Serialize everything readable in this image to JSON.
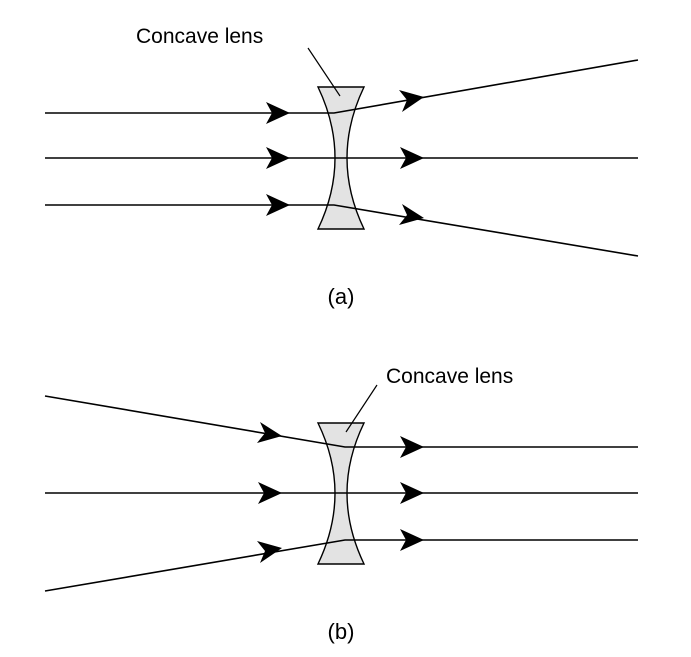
{
  "panel_a": {
    "label": "Concave lens",
    "caption": "(a)"
  },
  "panel_b": {
    "label": "Concave lens",
    "caption": "(b)"
  },
  "colors": {
    "lens_fill": "#e3e3e3",
    "stroke": "#000000",
    "background": "#ffffff"
  }
}
